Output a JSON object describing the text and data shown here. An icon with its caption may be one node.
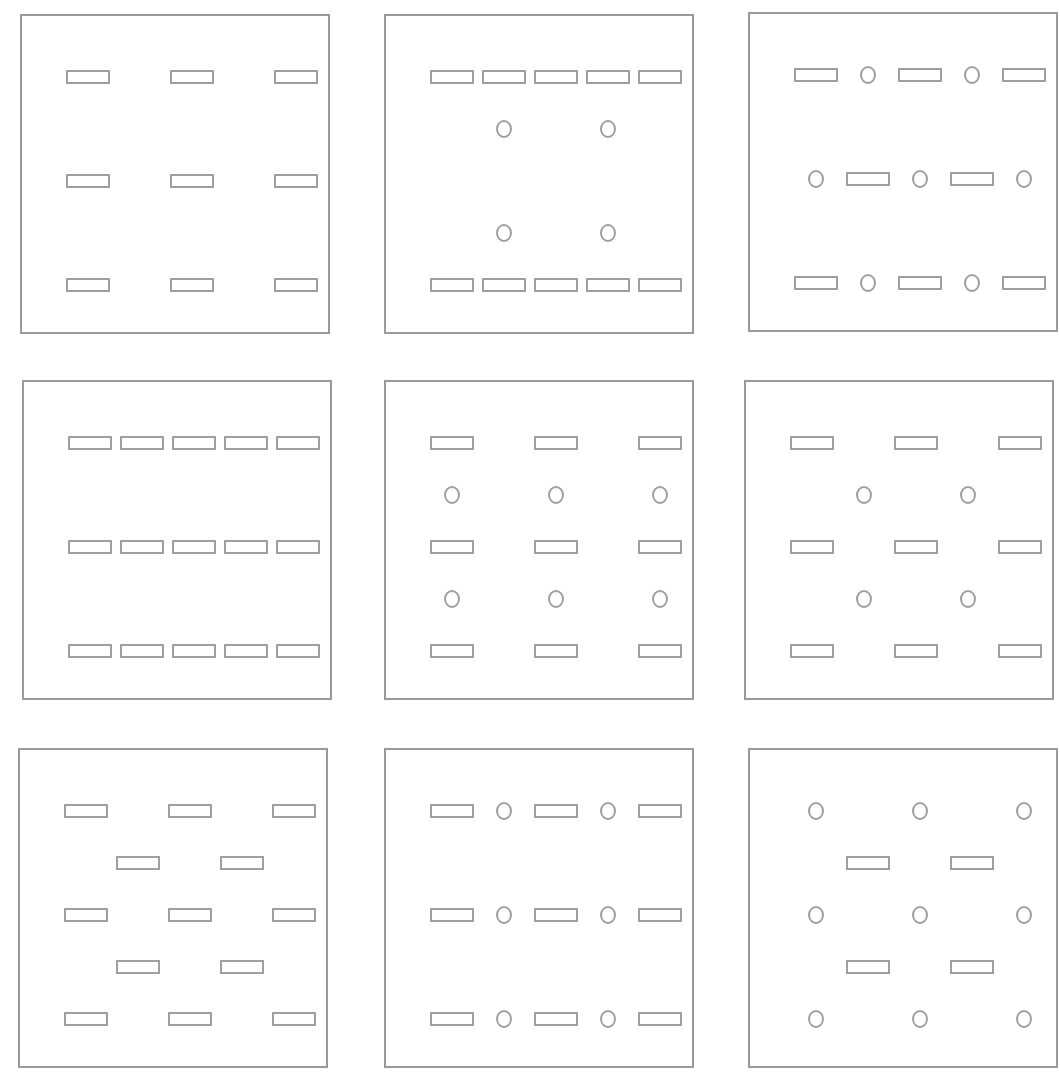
{
  "diagram": {
    "nodes": [
      {
        "text": [],
        "shape": "box"
      },
      {
        "text": [],
        "shape": "bar",
        "in": 0
      },
      {
        "text": [],
        "shape": "bar",
        "in": 0
      },
      {
        "text": [],
        "shape": "bar",
        "in": 0
      },
      {
        "text": [],
        "shape": "bar",
        "in": 0
      },
      {
        "text": [],
        "shape": "bar",
        "in": 0
      },
      {
        "text": [],
        "shape": "bar",
        "in": 0
      },
      {
        "text": [],
        "shape": "bar",
        "in": 0
      },
      {
        "text": [],
        "shape": "bar",
        "in": 0
      },
      {
        "text": [],
        "shape": "bar",
        "in": 0
      },
      {
        "text": [],
        "shape": "box"
      },
      {
        "text": [],
        "shape": "bar",
        "in": 10
      },
      {
        "text": [],
        "shape": "bar",
        "in": 10
      },
      {
        "text": [],
        "shape": "bar",
        "in": 10
      },
      {
        "text": [],
        "shape": "bar",
        "in": 10
      },
      {
        "text": [],
        "shape": "bar",
        "in": 10
      },
      {
        "text": [],
        "shape": "circle",
        "in": 10
      },
      {
        "text": [],
        "shape": "circle",
        "in": 10
      },
      {
        "text": [],
        "shape": "circle",
        "in": 10
      },
      {
        "text": [],
        "shape": "circle",
        "in": 10
      },
      {
        "text": [],
        "shape": "bar",
        "in": 10
      },
      {
        "text": [],
        "shape": "bar",
        "in": 10
      },
      {
        "text": [],
        "shape": "bar",
        "in": 10
      },
      {
        "text": [],
        "shape": "bar",
        "in": 10
      },
      {
        "text": [],
        "shape": "bar",
        "in": 10
      },
      {
        "text": [],
        "shape": "box"
      },
      {
        "text": [],
        "shape": "bar",
        "in": 25
      },
      {
        "text": [],
        "shape": "circle",
        "in": 25
      },
      {
        "text": [],
        "shape": "bar",
        "in": 25
      },
      {
        "text": [],
        "shape": "circle",
        "in": 25
      },
      {
        "text": [],
        "shape": "bar",
        "in": 25
      },
      {
        "text": [],
        "shape": "circle",
        "in": 25
      },
      {
        "text": [],
        "shape": "bar",
        "in": 25
      },
      {
        "text": [],
        "shape": "circle",
        "in": 25
      },
      {
        "text": [],
        "shape": "bar",
        "in": 25
      },
      {
        "text": [],
        "shape": "circle",
        "in": 25
      },
      {
        "text": [],
        "shape": "bar",
        "in": 25
      },
      {
        "text": [],
        "shape": "circle",
        "in": 25
      },
      {
        "text": [],
        "shape": "bar",
        "in": 25
      },
      {
        "text": [],
        "shape": "circle",
        "in": 25
      },
      {
        "text": [],
        "shape": "bar",
        "in": 25
      },
      {
        "text": [],
        "shape": "box"
      },
      {
        "text": [],
        "shape": "bar",
        "in": 41
      },
      {
        "text": [],
        "shape": "bar",
        "in": 41
      },
      {
        "text": [],
        "shape": "bar",
        "in": 41
      },
      {
        "text": [],
        "shape": "bar",
        "in": 41
      },
      {
        "text": [],
        "shape": "bar",
        "in": 41
      },
      {
        "text": [],
        "shape": "bar",
        "in": 41
      },
      {
        "text": [],
        "shape": "bar",
        "in": 41
      },
      {
        "text": [],
        "shape": "bar",
        "in": 41
      },
      {
        "text": [],
        "shape": "bar",
        "in": 41
      },
      {
        "text": [],
        "shape": "bar",
        "in": 41
      },
      {
        "text": [],
        "shape": "bar",
        "in": 41
      },
      {
        "text": [],
        "shape": "bar",
        "in": 41
      },
      {
        "text": [],
        "shape": "bar",
        "in": 41
      },
      {
        "text": [],
        "shape": "bar",
        "in": 41
      },
      {
        "text": [],
        "shape": "bar",
        "in": 41
      },
      {
        "text": [],
        "shape": "box"
      },
      {
        "text": [],
        "shape": "bar",
        "in": 57
      },
      {
        "text": [],
        "shape": "bar",
        "in": 57
      },
      {
        "text": [],
        "shape": "bar",
        "in": 57
      },
      {
        "text": [],
        "shape": "circle",
        "in": 57
      },
      {
        "text": [],
        "shape": "circle",
        "in": 57
      },
      {
        "text": [],
        "shape": "circle",
        "in": 57
      },
      {
        "text": [],
        "shape": "bar",
        "in": 57
      },
      {
        "text": [],
        "shape": "bar",
        "in": 57
      },
      {
        "text": [],
        "shape": "bar",
        "in": 57
      },
      {
        "text": [],
        "shape": "circle",
        "in": 57
      },
      {
        "text": [],
        "shape": "circle",
        "in": 57
      },
      {
        "text": [],
        "shape": "circle",
        "in": 57
      },
      {
        "text": [],
        "shape": "bar",
        "in": 57
      },
      {
        "text": [],
        "shape": "bar",
        "in": 57
      },
      {
        "text": [],
        "shape": "bar",
        "in": 57
      },
      {
        "text": [],
        "shape": "box"
      },
      {
        "text": [],
        "shape": "bar",
        "in": 73
      },
      {
        "text": [],
        "shape": "bar",
        "in": 73
      },
      {
        "text": [],
        "shape": "bar",
        "in": 73
      },
      {
        "text": [],
        "shape": "circle",
        "in": 73
      },
      {
        "text": [],
        "shape": "circle",
        "in": 73
      },
      {
        "text": [],
        "shape": "bar",
        "in": 73
      },
      {
        "text": [],
        "shape": "bar",
        "in": 73
      },
      {
        "text": [],
        "shape": "bar",
        "in": 73
      },
      {
        "text": [],
        "shape": "circle",
        "in": 73
      },
      {
        "text": [],
        "shape": "circle",
        "in": 73
      },
      {
        "text": [],
        "shape": "bar",
        "in": 73
      },
      {
        "text": [],
        "shape": "bar",
        "in": 73
      },
      {
        "text": [],
        "shape": "bar",
        "in": 73
      },
      {
        "text": [],
        "shape": "box"
      },
      {
        "text": [],
        "shape": "bar",
        "in": 87
      },
      {
        "text": [],
        "shape": "bar",
        "in": 87
      },
      {
        "text": [],
        "shape": "bar",
        "in": 87
      },
      {
        "text": [],
        "shape": "bar",
        "in": 87
      },
      {
        "text": [],
        "shape": "bar",
        "in": 87
      },
      {
        "text": [],
        "shape": "bar",
        "in": 87
      },
      {
        "text": [],
        "shape": "bar",
        "in": 87
      },
      {
        "text": [],
        "shape": "bar",
        "in": 87
      },
      {
        "text": [],
        "shape": "bar",
        "in": 87
      },
      {
        "text": [],
        "shape": "bar",
        "in": 87
      },
      {
        "text": [],
        "shape": "bar",
        "in": 87
      },
      {
        "text": [],
        "shape": "bar",
        "in": 87
      },
      {
        "text": [],
        "shape": "bar",
        "in": 87
      },
      {
        "text": [],
        "shape": "box"
      },
      {
        "text": [],
        "shape": "bar",
        "in": 101
      },
      {
        "text": [],
        "shape": "circle",
        "in": 101
      },
      {
        "text": [],
        "shape": "bar",
        "in": 101
      },
      {
        "text": [],
        "shape": "circle",
        "in": 101
      },
      {
        "text": [],
        "shape": "bar",
        "in": 101
      },
      {
        "text": [],
        "shape": "bar",
        "in": 101
      },
      {
        "text": [],
        "shape": "circle",
        "in": 101
      },
      {
        "text": [],
        "shape": "bar",
        "in": 101
      },
      {
        "text": [],
        "shape": "circle",
        "in": 101
      },
      {
        "text": [],
        "shape": "bar",
        "in": 101
      },
      {
        "text": [],
        "shape": "bar",
        "in": 101
      },
      {
        "text": [],
        "shape": "circle",
        "in": 101
      },
      {
        "text": [],
        "shape": "bar",
        "in": 101
      },
      {
        "text": [],
        "shape": "circle",
        "in": 101
      },
      {
        "text": [],
        "shape": "bar",
        "in": 101
      },
      {
        "text": [],
        "shape": "box"
      },
      {
        "text": [],
        "shape": "circle",
        "in": 117
      },
      {
        "text": [],
        "shape": "circle",
        "in": 117
      },
      {
        "text": [],
        "shape": "circle",
        "in": 117
      },
      {
        "text": [],
        "shape": "bar",
        "in": 117
      },
      {
        "text": [],
        "shape": "bar",
        "in": 117
      },
      {
        "text": [],
        "shape": "circle",
        "in": 117
      },
      {
        "text": [],
        "shape": "circle",
        "in": 117
      },
      {
        "text": [],
        "shape": "circle",
        "in": 117
      },
      {
        "text": [],
        "shape": "bar",
        "in": 117
      },
      {
        "text": [],
        "shape": "bar",
        "in": 117
      },
      {
        "text": [],
        "shape": "circle",
        "in": 117
      },
      {
        "text": [],
        "shape": "circle",
        "in": 117
      },
      {
        "text": [],
        "shape": "circle",
        "in": 117
      }
    ]
  }
}
